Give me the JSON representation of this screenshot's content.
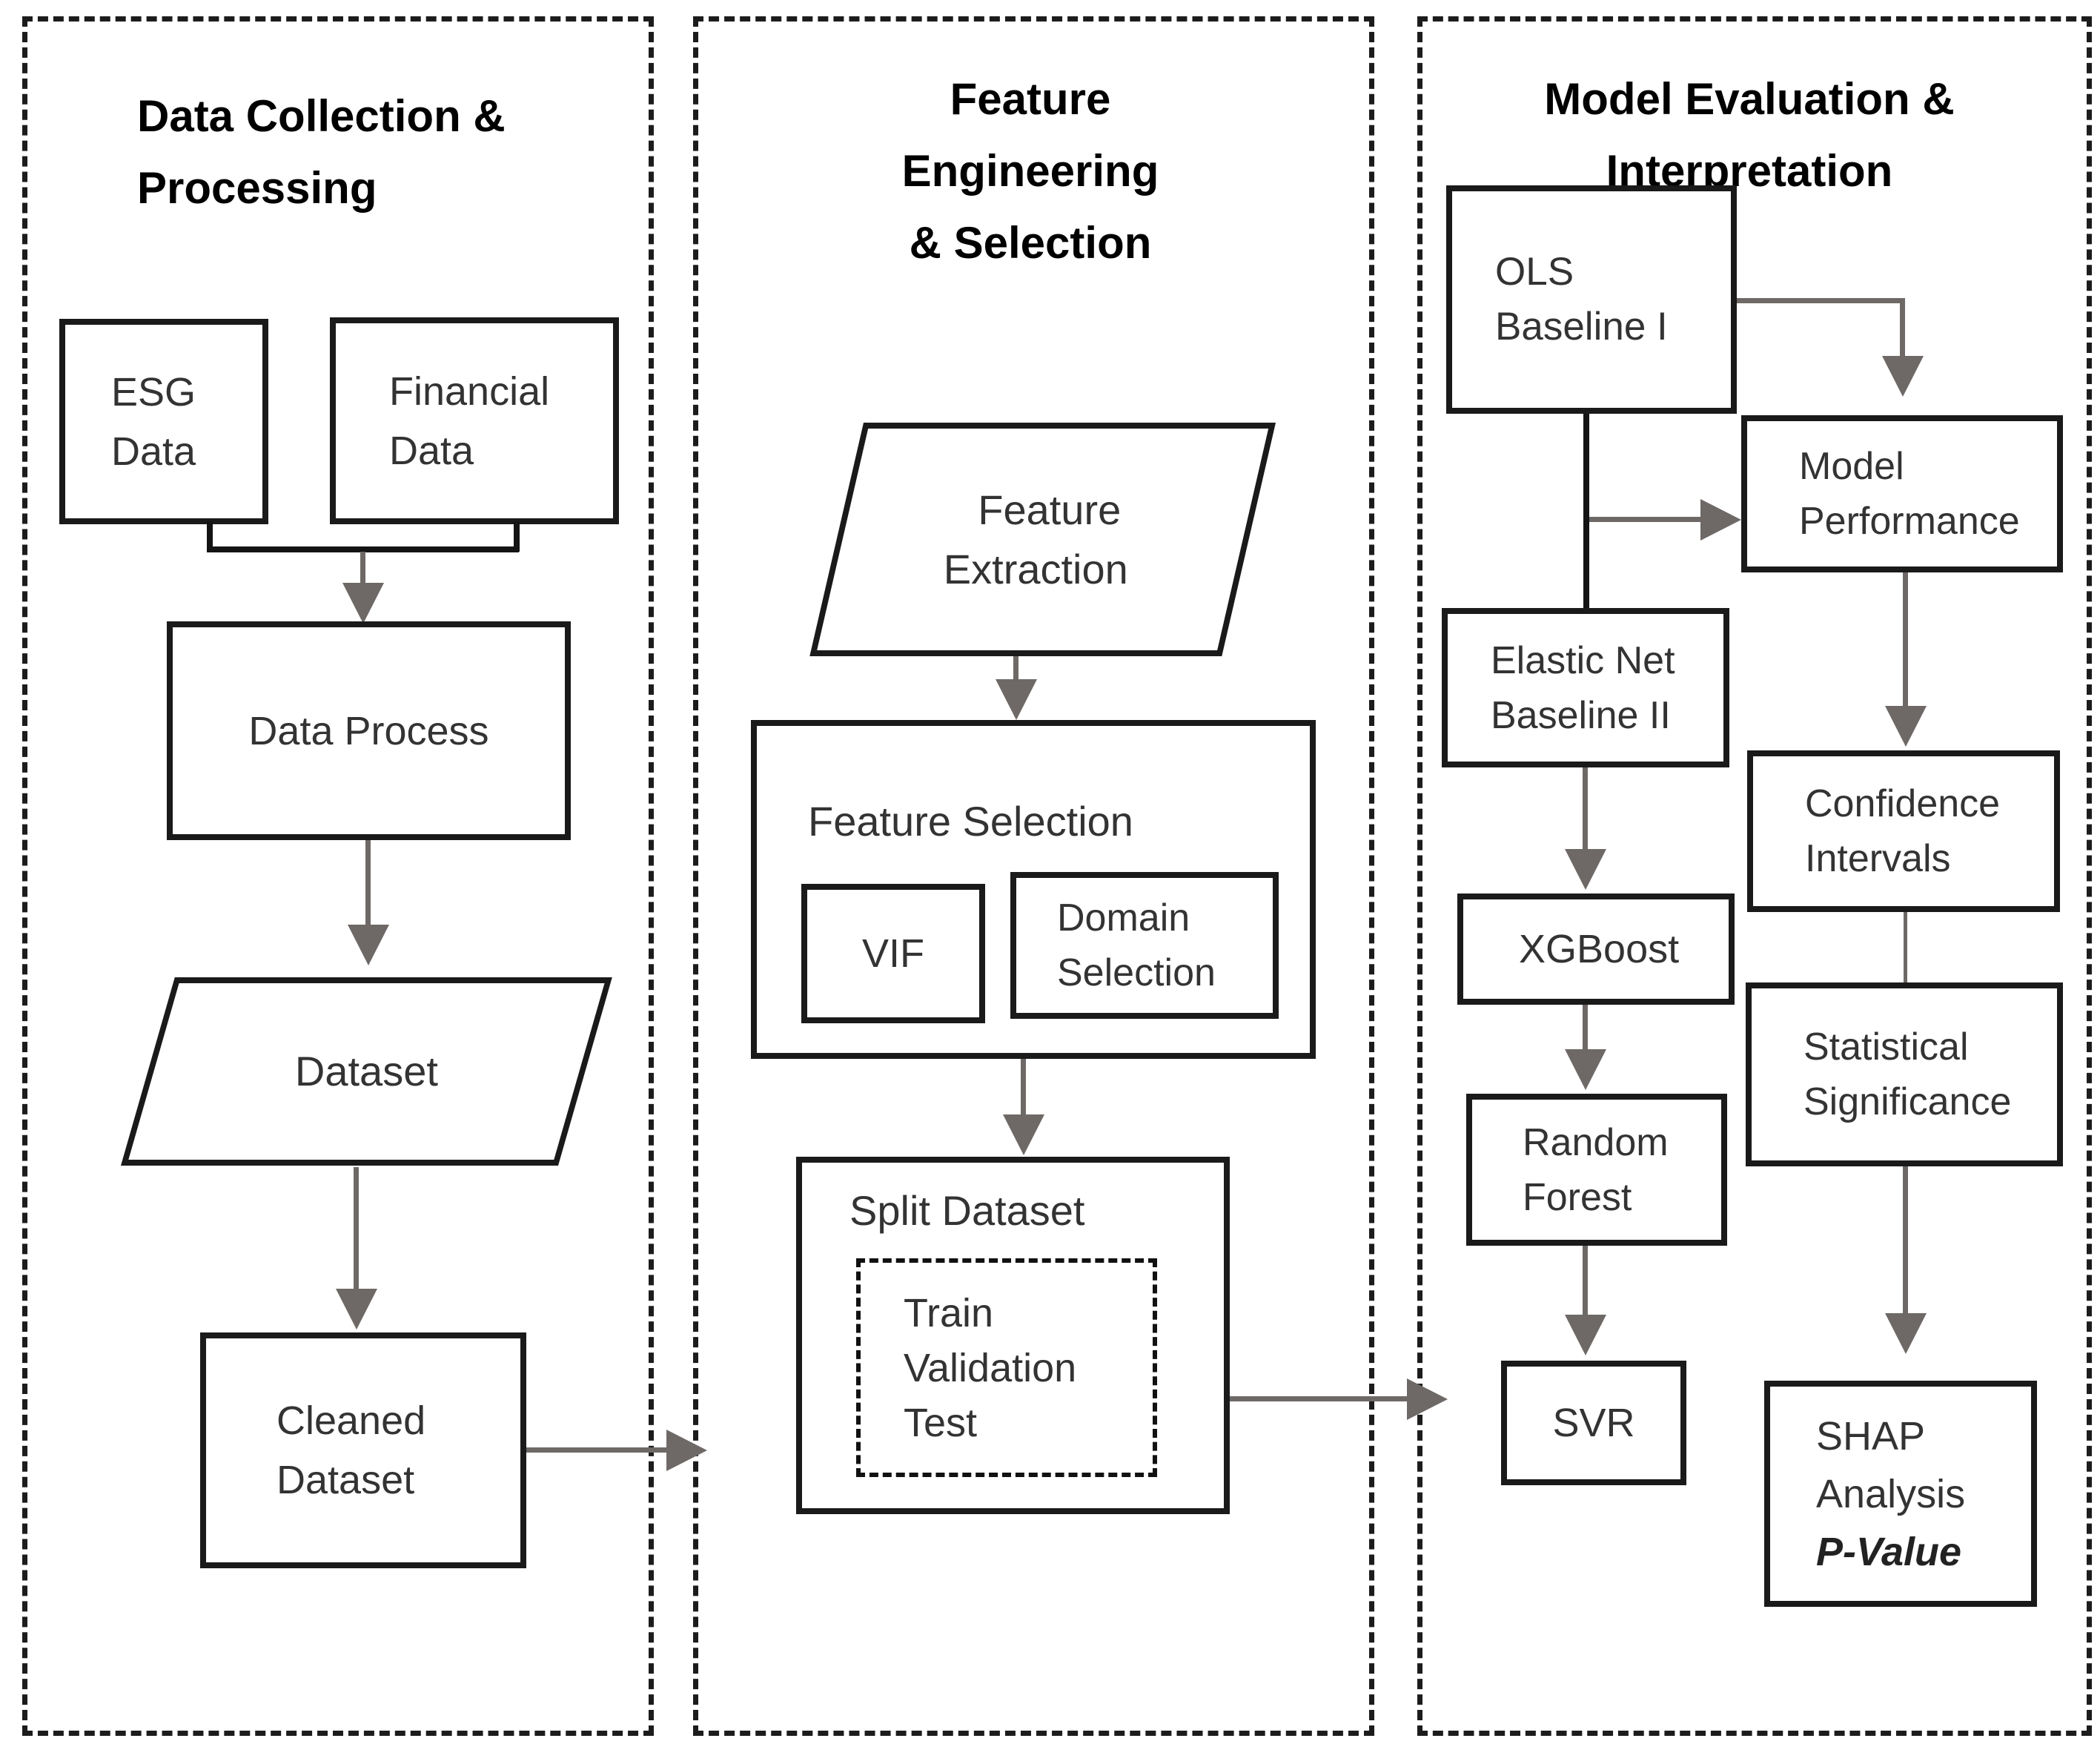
{
  "panel1": {
    "title": [
      "Data Collection &",
      "Processing"
    ],
    "esg": [
      "ESG",
      "Data"
    ],
    "financial": [
      "Financial",
      "Data"
    ],
    "data_process": "Data Process",
    "dataset": "Dataset",
    "cleaned_dataset": [
      "Cleaned",
      "Dataset"
    ]
  },
  "panel2": {
    "title": [
      "Feature",
      "Engineering",
      "& Selection"
    ],
    "feature_extraction": [
      "Feature",
      "Extraction"
    ],
    "feature_selection": "Feature Selection",
    "vif": "VIF",
    "domain_selection": [
      "Domain",
      "Selection"
    ],
    "split_dataset": "Split Dataset",
    "split_parts": [
      "Train",
      "Validation",
      "Test"
    ]
  },
  "panel3": {
    "title": [
      "Model Evaluation &",
      "Interpretation"
    ],
    "ols": [
      "OLS",
      "Baseline I"
    ],
    "elastic_net": [
      "Elastic Net",
      "Baseline II"
    ],
    "xgboost": "XGBoost",
    "random_forest": [
      "Random",
      "Forest"
    ],
    "svr": "SVR",
    "model_performance": [
      "Model",
      "Performance"
    ],
    "confidence_intervals": [
      "Confidence",
      "Intervals"
    ],
    "statistical_significance": [
      "Statistical",
      "Significance"
    ],
    "shap": [
      "SHAP",
      "Analysis"
    ],
    "shap_emphasis": "P-Value"
  },
  "colors": {
    "box_border": "#1a1a1a",
    "arrow_gray": "#6e6966",
    "connector_black": "#141414",
    "text": "#333333"
  }
}
